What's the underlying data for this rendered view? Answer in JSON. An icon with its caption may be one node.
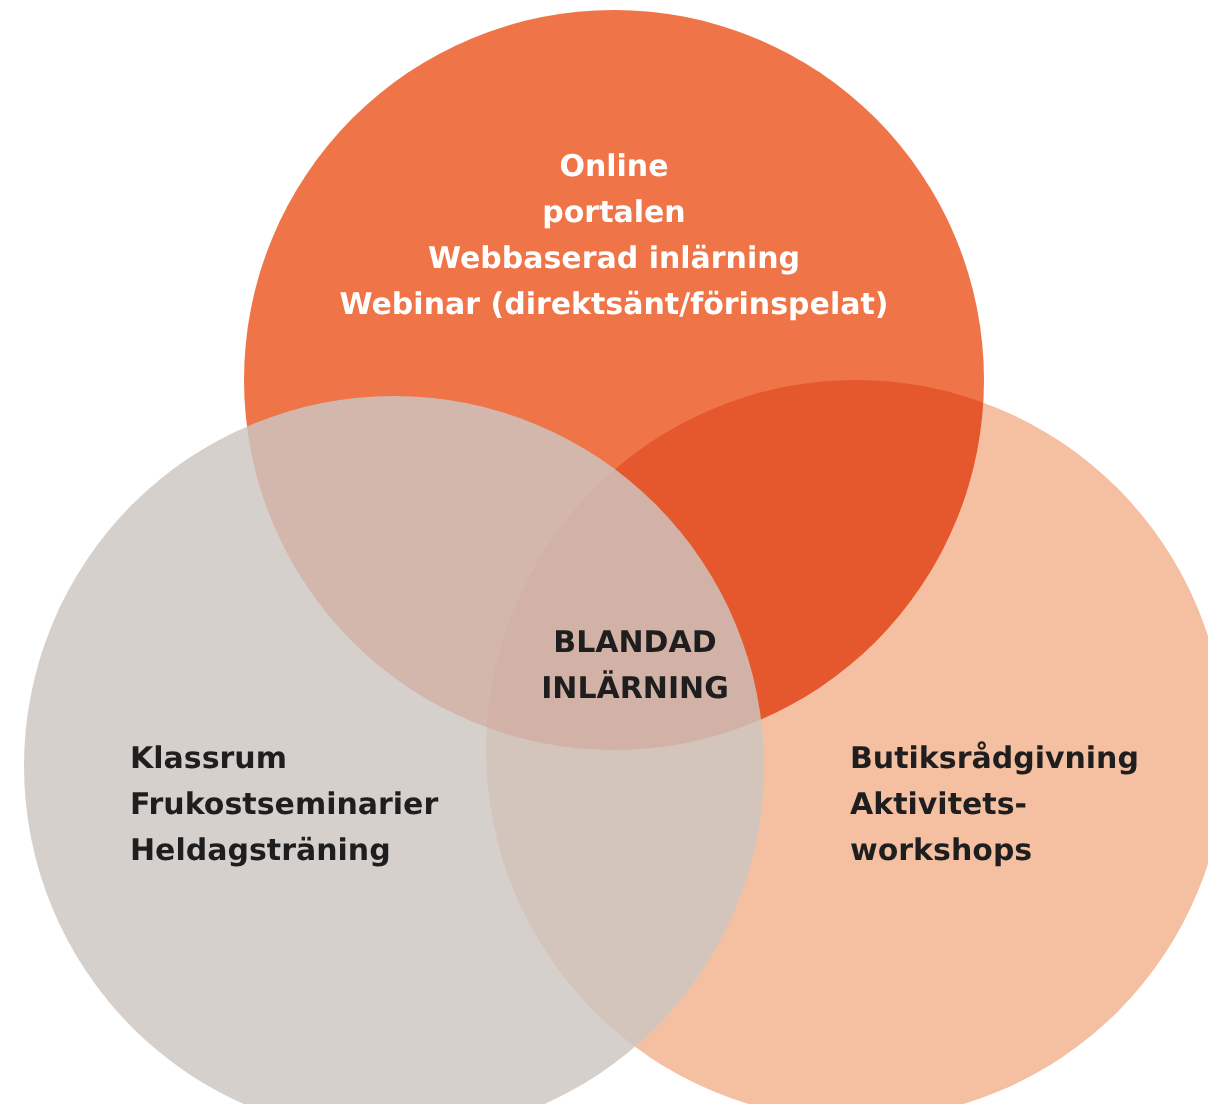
{
  "diagram": {
    "nodes": [
      {
        "text": [
          "Online",
          "portalen",
          "Webbaserad inlärning",
          "Webinar (direktsänt/förinspelat)"
        ]
      },
      {
        "text": [
          "Klassrum",
          "Frukostseminarier",
          "Heldagsträning"
        ]
      },
      {
        "text": [
          "Butiksrådgivning",
          "Aktivitets-workshops"
        ]
      }
    ],
    "labels": [
      "BLANDAD INLÄRNING"
    ]
  }
}
